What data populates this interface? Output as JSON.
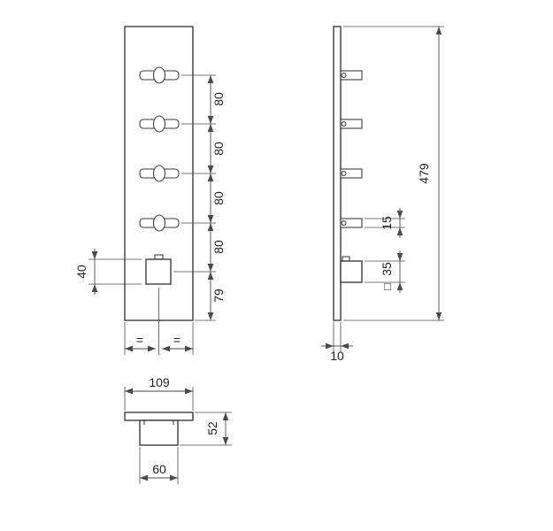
{
  "drawing": {
    "front_view": {
      "spacing_labels": [
        "80",
        "80",
        "80",
        "80"
      ],
      "bottom_spacing": "79",
      "button_height": "40",
      "equal_left": "=",
      "equal_right": "="
    },
    "side_view": {
      "total_height": "479",
      "handle_thickness": "15",
      "button_size": "35",
      "button_square_symbol": "□",
      "plate_thickness": "10"
    },
    "bottom_view": {
      "plate_width": "109",
      "handle_depth": "52",
      "handle_width": "60"
    }
  }
}
